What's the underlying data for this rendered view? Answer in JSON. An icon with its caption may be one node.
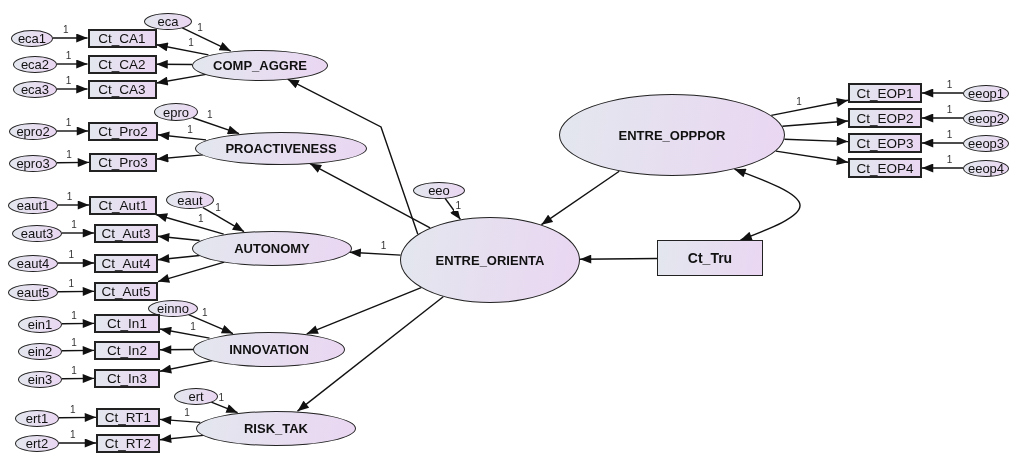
{
  "diagram": {
    "nodes": [
      {
        "text": [
          "eca"
        ]
      },
      {
        "text": [
          "eca1"
        ]
      },
      {
        "text": [
          "Ct_CA1"
        ]
      },
      {
        "text": [
          "eca2"
        ]
      },
      {
        "text": [
          "Ct_CA2"
        ]
      },
      {
        "text": [
          "eca3"
        ]
      },
      {
        "text": [
          "Ct_CA3"
        ]
      },
      {
        "text": [
          "COMP_AGGRE"
        ]
      },
      {
        "text": [
          "epro"
        ]
      },
      {
        "text": [
          "epro2"
        ]
      },
      {
        "text": [
          "Ct_Pro2"
        ]
      },
      {
        "text": [
          "epro3"
        ]
      },
      {
        "text": [
          "Ct_Pro3"
        ]
      },
      {
        "text": [
          "PROACTIVENESS"
        ]
      },
      {
        "text": [
          "eaut"
        ]
      },
      {
        "text": [
          "eaut1"
        ]
      },
      {
        "text": [
          "Ct_Aut1"
        ]
      },
      {
        "text": [
          "eaut3"
        ]
      },
      {
        "text": [
          "Ct_Aut3"
        ]
      },
      {
        "text": [
          "eaut4"
        ]
      },
      {
        "text": [
          "Ct_Aut4"
        ]
      },
      {
        "text": [
          "eaut5"
        ]
      },
      {
        "text": [
          "Ct_Aut5"
        ]
      },
      {
        "text": [
          "AUTONOMY"
        ]
      },
      {
        "text": [
          "einno"
        ]
      },
      {
        "text": [
          "ein1"
        ]
      },
      {
        "text": [
          "Ct_In1"
        ]
      },
      {
        "text": [
          "ein2"
        ]
      },
      {
        "text": [
          "Ct_In2"
        ]
      },
      {
        "text": [
          "ein3"
        ]
      },
      {
        "text": [
          "Ct_In3"
        ]
      },
      {
        "text": [
          "INNOVATION"
        ]
      },
      {
        "text": [
          "ert"
        ]
      },
      {
        "text": [
          "ert1"
        ]
      },
      {
        "text": [
          "Ct_RT1"
        ]
      },
      {
        "text": [
          "ert2"
        ]
      },
      {
        "text": [
          "Ct_RT2"
        ]
      },
      {
        "text": [
          "RISK_TAK"
        ]
      },
      {
        "text": [
          "eeo"
        ]
      },
      {
        "text": [
          "ENTRE_ORIENTA"
        ]
      },
      {
        "text": [
          "ENTRE_OPPPOR"
        ]
      },
      {
        "text": [
          "Ct_EOP1"
        ]
      },
      {
        "text": [
          "eeop1"
        ]
      },
      {
        "text": [
          "Ct_EOP2"
        ]
      },
      {
        "text": [
          "eeop2"
        ]
      },
      {
        "text": [
          "Ct_EOP3"
        ]
      },
      {
        "text": [
          "eeop3"
        ]
      },
      {
        "text": [
          "Ct_EOP4"
        ]
      },
      {
        "text": [
          "eeop4"
        ]
      },
      {
        "text": [
          "Ct_Tru"
        ]
      }
    ],
    "edges": [
      {
        "from": 0,
        "to": 7,
        "arrow": "to",
        "label": "1"
      },
      {
        "from": 1,
        "to": 2,
        "arrow": "to",
        "label": "1"
      },
      {
        "from": 3,
        "to": 4,
        "arrow": "to",
        "label": "1"
      },
      {
        "from": 5,
        "to": 6,
        "arrow": "to",
        "label": "1"
      },
      {
        "from": 7,
        "to": 2,
        "arrow": "to",
        "label": "1"
      },
      {
        "from": 7,
        "to": 4,
        "arrow": "to"
      },
      {
        "from": 7,
        "to": 6,
        "arrow": "to"
      },
      {
        "from": 8,
        "to": 13,
        "arrow": "to",
        "label": "1"
      },
      {
        "from": 9,
        "to": 10,
        "arrow": "to",
        "label": "1"
      },
      {
        "from": 11,
        "to": 12,
        "arrow": "to",
        "label": "1"
      },
      {
        "from": 13,
        "to": 10,
        "arrow": "to",
        "label": "1"
      },
      {
        "from": 13,
        "to": 12,
        "arrow": "to"
      },
      {
        "from": 14,
        "to": 23,
        "arrow": "to",
        "label": "1"
      },
      {
        "from": 15,
        "to": 16,
        "arrow": "to",
        "label": "1"
      },
      {
        "from": 17,
        "to": 18,
        "arrow": "to",
        "label": "1"
      },
      {
        "from": 19,
        "to": 20,
        "arrow": "to",
        "label": "1"
      },
      {
        "from": 21,
        "to": 22,
        "arrow": "to",
        "label": "1"
      },
      {
        "from": 23,
        "to": 16,
        "arrow": "to",
        "label": "1"
      },
      {
        "from": 23,
        "to": 18,
        "arrow": "to"
      },
      {
        "from": 23,
        "to": 20,
        "arrow": "to"
      },
      {
        "from": 23,
        "to": 22,
        "arrow": "to"
      },
      {
        "from": 24,
        "to": 31,
        "arrow": "to",
        "label": "1"
      },
      {
        "from": 25,
        "to": 26,
        "arrow": "to",
        "label": "1"
      },
      {
        "from": 27,
        "to": 28,
        "arrow": "to",
        "label": "1"
      },
      {
        "from": 29,
        "to": 30,
        "arrow": "to",
        "label": "1"
      },
      {
        "from": 31,
        "to": 26,
        "arrow": "to",
        "label": "1"
      },
      {
        "from": 31,
        "to": 28,
        "arrow": "to"
      },
      {
        "from": 31,
        "to": 30,
        "arrow": "to"
      },
      {
        "from": 32,
        "to": 37,
        "arrow": "to",
        "label": "1"
      },
      {
        "from": 33,
        "to": 34,
        "arrow": "to",
        "label": "1"
      },
      {
        "from": 35,
        "to": 36,
        "arrow": "to",
        "label": "1"
      },
      {
        "from": 37,
        "to": 34,
        "arrow": "to",
        "label": "1"
      },
      {
        "from": 37,
        "to": 36,
        "arrow": "to"
      },
      {
        "from": 38,
        "to": 39,
        "arrow": "to",
        "label": "1"
      },
      {
        "from": 39,
        "to": 7,
        "arrow": "to"
      },
      {
        "from": 39,
        "to": 13,
        "arrow": "to"
      },
      {
        "from": 39,
        "to": 23,
        "arrow": "to",
        "label": "1"
      },
      {
        "from": 39,
        "to": 31,
        "arrow": "to"
      },
      {
        "from": 39,
        "to": 37,
        "arrow": "to"
      },
      {
        "from": 40,
        "to": 39,
        "arrow": "to"
      },
      {
        "from": 49,
        "to": 39,
        "arrow": "to"
      },
      {
        "from": 40,
        "to": 49,
        "arrow": "both"
      },
      {
        "from": 40,
        "to": 41,
        "arrow": "to",
        "label": "1"
      },
      {
        "from": 40,
        "to": 43,
        "arrow": "to"
      },
      {
        "from": 40,
        "to": 45,
        "arrow": "to"
      },
      {
        "from": 40,
        "to": 47,
        "arrow": "to"
      },
      {
        "from": 42,
        "to": 41,
        "arrow": "to",
        "label": "1"
      },
      {
        "from": 44,
        "to": 43,
        "arrow": "to",
        "label": "1"
      },
      {
        "from": 46,
        "to": 45,
        "arrow": "to",
        "label": "1"
      },
      {
        "from": 48,
        "to": 47,
        "arrow": "to",
        "label": "1"
      }
    ]
  }
}
